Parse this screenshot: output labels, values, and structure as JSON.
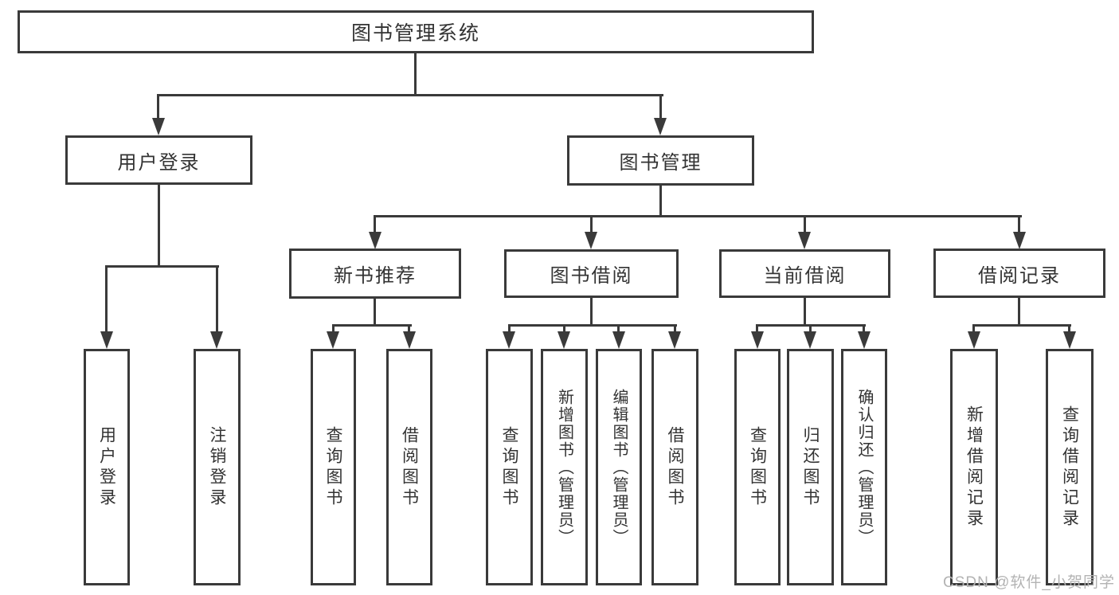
{
  "diagram": {
    "root_label": "图书管理系统",
    "level1": {
      "user_login": "用户登录",
      "book_management": "图书管理"
    },
    "level2": {
      "new_book_rec": "新书推荐",
      "book_borrowing": "图书借阅",
      "current_borrowing": "当前借阅",
      "borrow_records": "借阅记录"
    },
    "leaves": {
      "user_login": [
        "用户登录",
        "注销登录"
      ],
      "new_book_rec": [
        "查询图书",
        "借阅图书"
      ],
      "book_borrowing": [
        "查询图书",
        "新增图书（管理员）",
        "编辑图书（管理员）",
        "借阅图书"
      ],
      "current_borrowing": [
        "查询图书",
        "归还图书",
        "确认归还（管理员）"
      ],
      "borrow_records": [
        "新增借阅记录",
        "查询借阅记录"
      ]
    },
    "watermark": "CSDN @软件_小贺同学",
    "colors": {
      "line": "#3a3a3a",
      "text": "#333333",
      "watermark": "#b3b3b3",
      "background": "#ffffff"
    }
  }
}
